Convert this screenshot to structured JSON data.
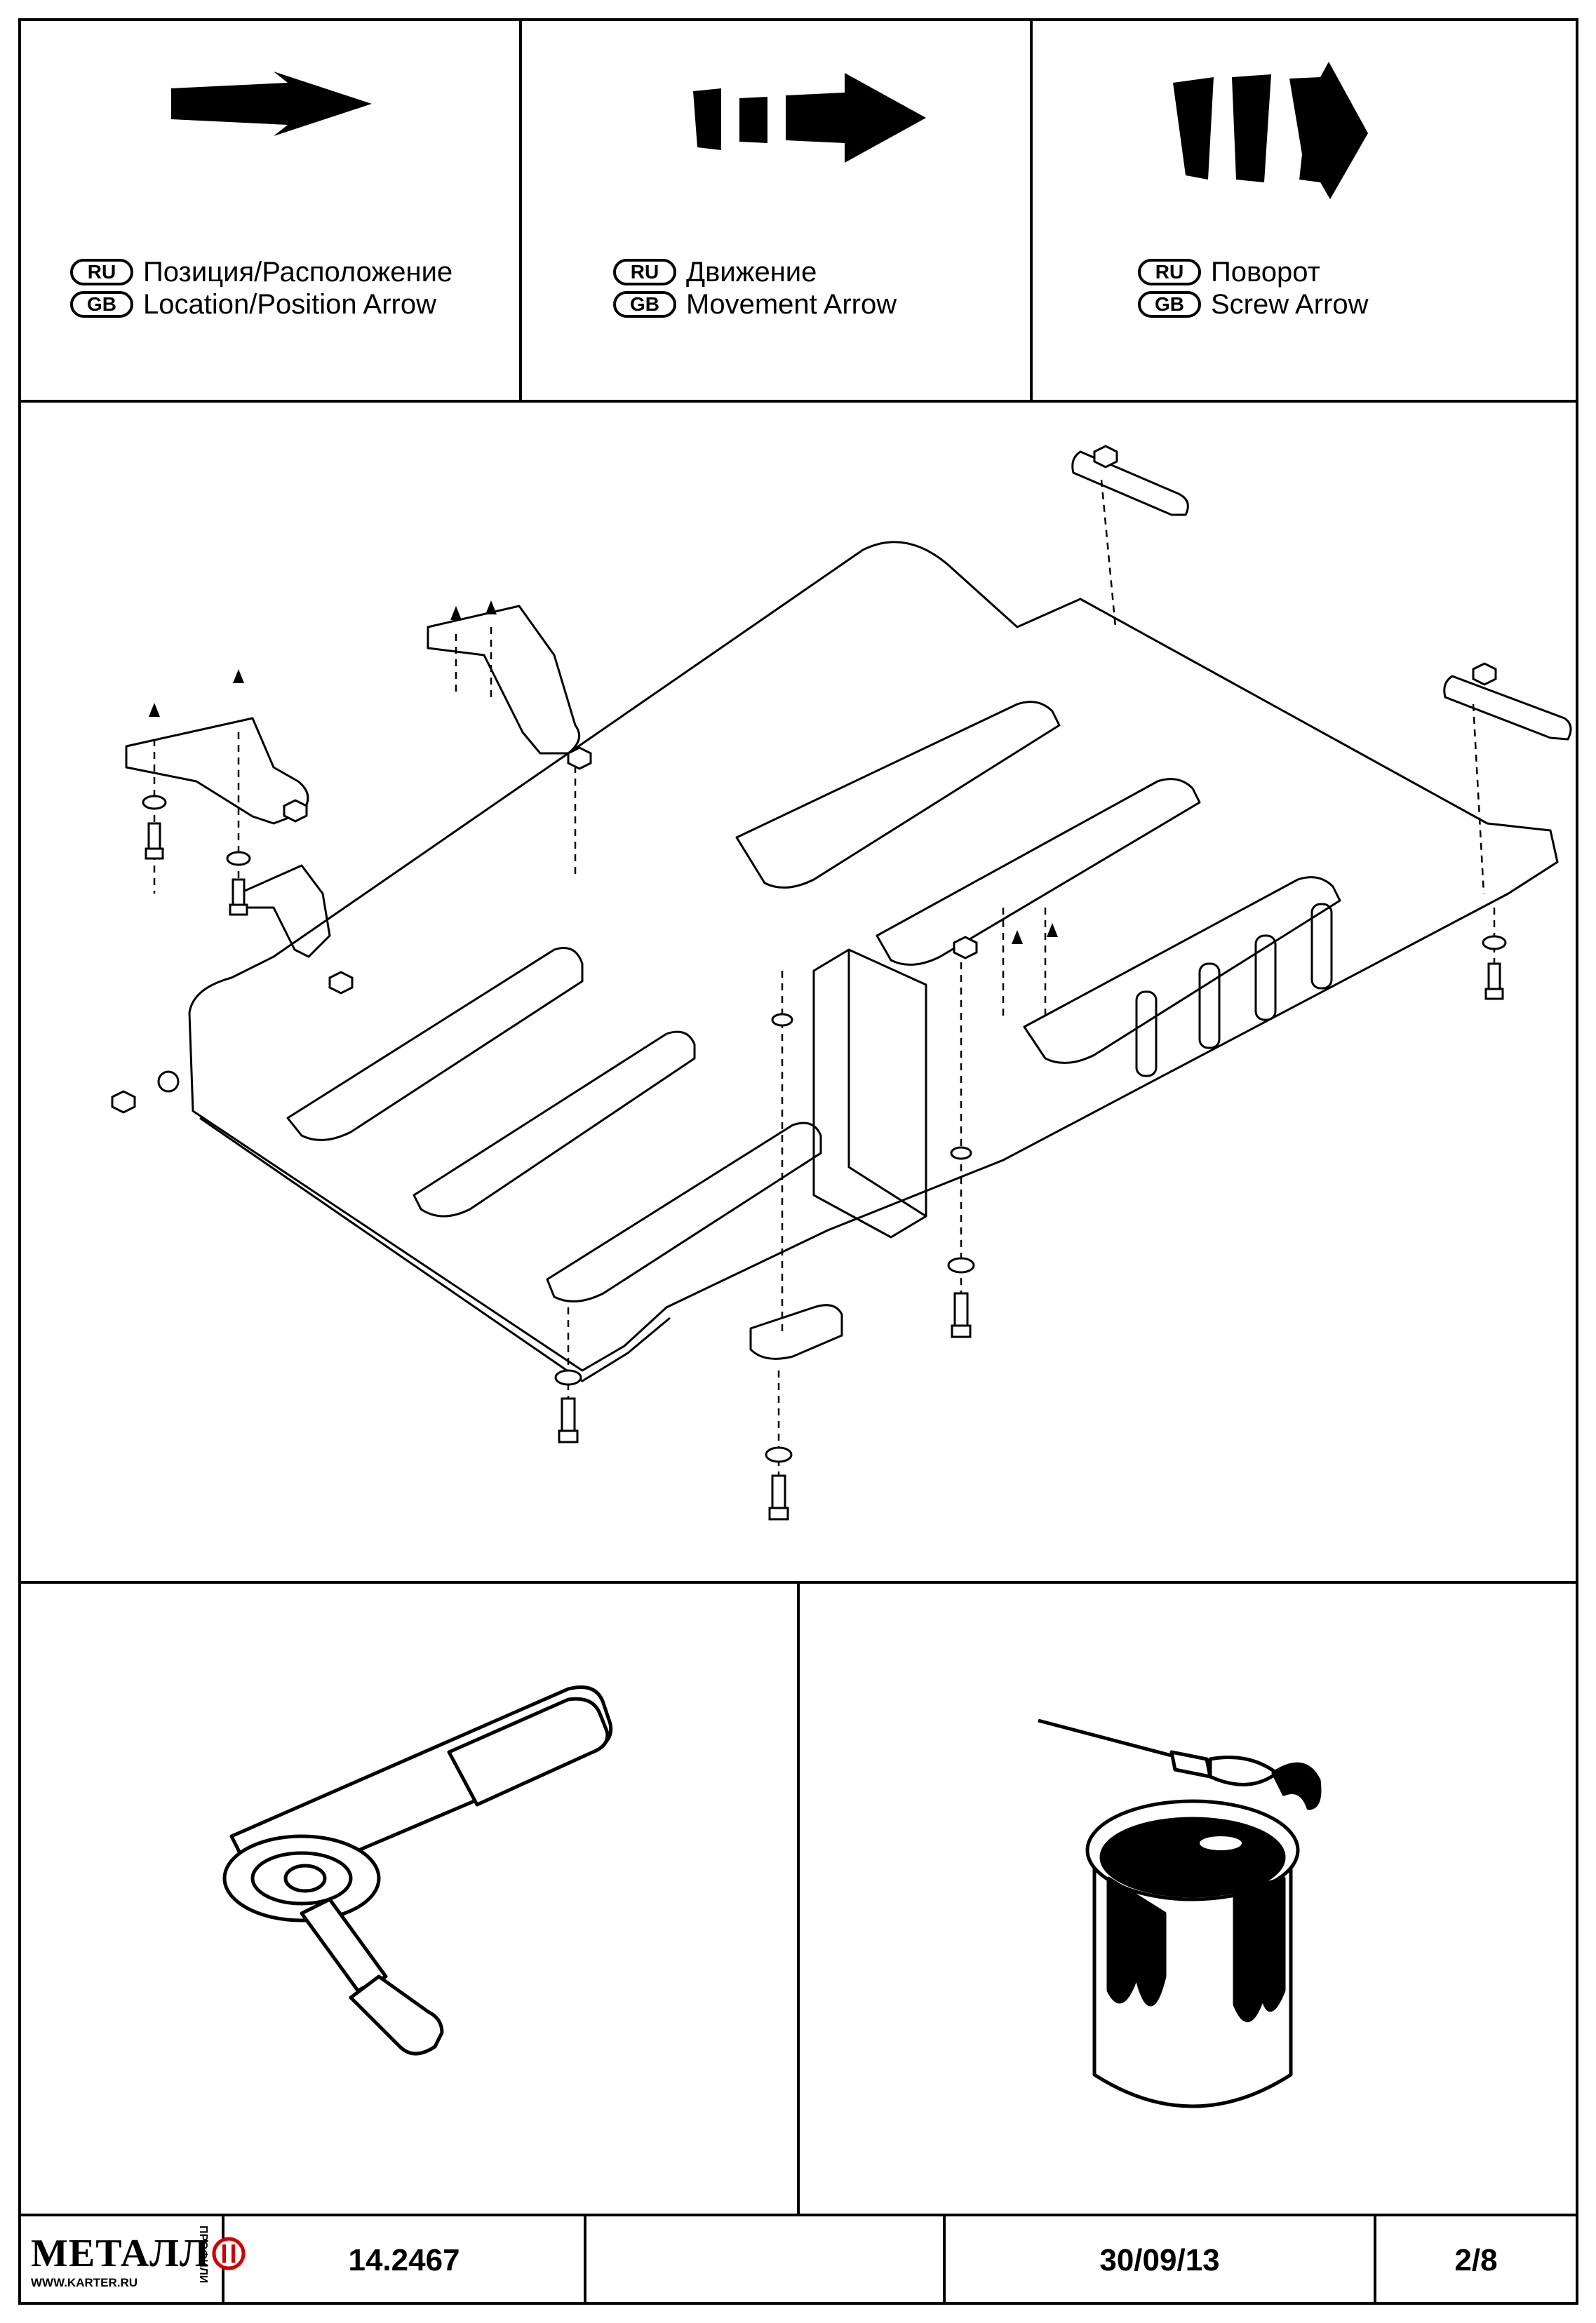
{
  "legend": [
    {
      "icon": "location-arrow-icon",
      "ru_code": "RU",
      "ru_label": "Позиция/Расположение",
      "gb_code": "GB",
      "gb_label": "Location/Position Arrow"
    },
    {
      "icon": "movement-arrow-icon",
      "ru_code": "RU",
      "ru_label": "Движение",
      "gb_code": "GB",
      "gb_label": "Movement Arrow"
    },
    {
      "icon": "screw-arrow-icon",
      "ru_code": "RU",
      "ru_label": "Поворот",
      "gb_code": "GB",
      "gb_label": "Screw Arrow"
    }
  ],
  "assembly": {
    "parts": [
      "skid-plate",
      "mounting-bracket",
      "bolt",
      "washer",
      "nut",
      "clip"
    ]
  },
  "tools": {
    "left": "ratchet-wrench-icon",
    "right": "paint-brush-can-icon"
  },
  "footer": {
    "logo_text": "МЕТАЛЛ",
    "logo_vertical": "ПРОФИЛИ",
    "logo_url": "WWW.KARTER.RU",
    "part_number": "14.2467",
    "blank": "",
    "date": "30/09/13",
    "page": "2/8"
  },
  "colors": {
    "line": "#000000",
    "background": "#ffffff"
  }
}
